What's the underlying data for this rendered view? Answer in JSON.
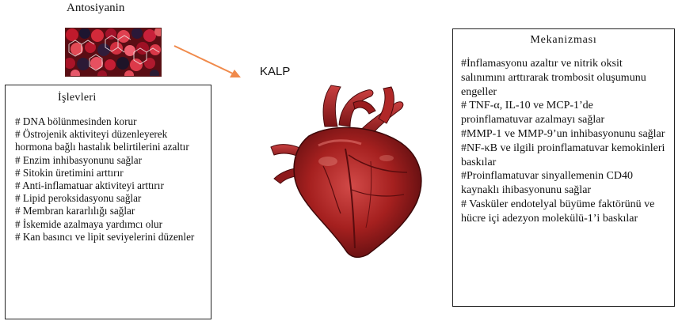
{
  "anthocyanin": {
    "title": "Antosiyanin",
    "image_icon": "berries-photo"
  },
  "heart": {
    "label": "KALP",
    "icon": "heart-illustration"
  },
  "functions_box": {
    "title": "İşlevleri",
    "items": [
      "# DNA bölünmesinden korur",
      "# Östrojenik aktiviteyi düzenleyerek hormona bağlı hastalık belirtilerini azaltır",
      "# Enzim inhibasyonunu sağlar",
      "# Sitokin üretimini arttırır",
      "# Anti-inflamatuar aktiviteyi arttırır",
      "# Lipid peroksidasyonu sağlar",
      "# Membran kararlılığı sağlar",
      "# İskemide azalmaya yardımcı olur",
      "# Kan basıncı ve lipit seviyelerini düzenler"
    ]
  },
  "mechanism_box": {
    "title": "Mekanizması",
    "items": [
      "#İnflamasyonu azaltır ve nitrik oksit salınımını arttırarak trombosit oluşumunu engeller",
      "# TNF-α, IL-10 ve MCP-1’de proinflamatuvar azalmayı sağlar",
      "#MMP-1 ve MMP-9’un inhibasyonunu sağlar",
      "#NF-κB ve ilgili proinflamatuvar kemokinleri baskılar",
      "#Proinflamatuvar sinyallemenin CD40 kaynaklı ihibasyonunu sağlar",
      "# Vasküler endotelyal büyüme faktörünü ve hücre içi adezyon molekülü-1’i baskılar"
    ]
  },
  "colors": {
    "arrow": "#f08a4b",
    "heart": "#9b1c1c",
    "berry": "#8c1020"
  }
}
